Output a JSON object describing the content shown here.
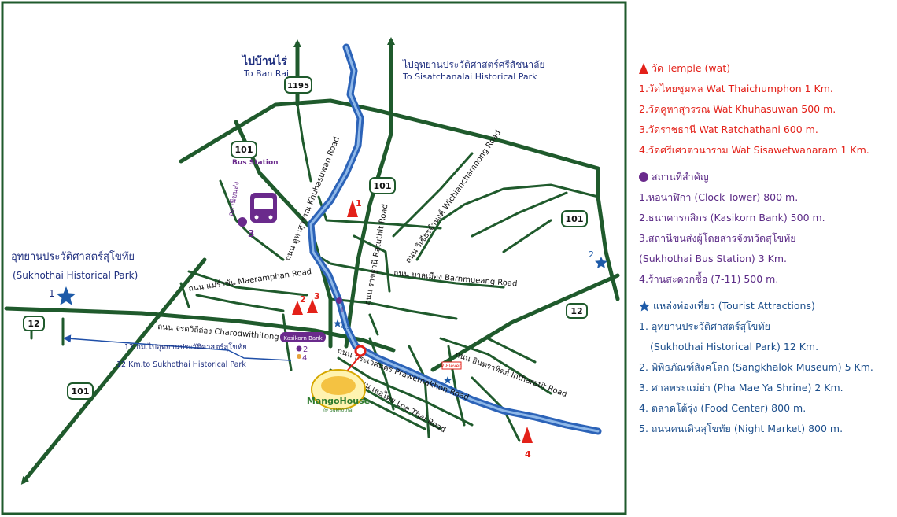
{
  "map": {
    "route_shields": {
      "north": "1195",
      "r101_a": "101",
      "r101_b": "101",
      "r101_c": "101",
      "r101_d": "101",
      "r12_w": "12",
      "r12_e": "12"
    },
    "bus_station_label": "Bus Station",
    "bus_station_side_label": "สถานีขนส่ง",
    "bus_marker_number": "3",
    "to_ban_rai_th": "ไปบ้านไร่",
    "to_ban_rai_en": "To Ban Rai",
    "to_si_satchanalai_th": "ไปอุทยานประวัติศาสตร์ศรีสัชนาลัย",
    "to_si_satchanalai_en": "To Sisatchanalai Historical Park",
    "historical_park_th": "อุทยานประวัติศาสตร์สุโขทัย",
    "historical_park_en": "(Sukhothai Historical Park)",
    "historical_park_number": "1",
    "direction_th": "12 กม.ไปอุทยานประวัติศาสตร์สุโขทัย",
    "direction_en": "12 Km.to Sukhothai Historical Park",
    "roads": {
      "khuhasuwan": "ถนน คูหาสุวรรณ Khuhasuwan Road",
      "ratuthit": "ถนน ราชฐานี Ratuthit Road",
      "wichianchamnong": "ถนน วิเชียรจำนงค์ Wichianchamnong Road",
      "maeramphan": "ถนน แม่ร่ำพัน Maeramphan Road",
      "barnmueang": "ถนน บาลเมือง Barnmueang Road",
      "charodwithitong": "ถนน จรดวิถีถ่อง Charodwithitong Road",
      "prawetnakhon": "ถนน ประเวศนคร Prawetnakhon Road",
      "intharatit": "ถนน อินทราทิตย์ Intharatit Road",
      "loethai": "ถนน เลอไทย Loe Thai Road"
    },
    "kasikorn_badge": "Kasikorn Bank",
    "hotel_logo": "MangoHouse",
    "hotel_logo_sub": "@ Sukhothai",
    "seven_eleven_label": "7-Eleven",
    "temple_numbers": [
      "1",
      "2",
      "3",
      "4"
    ],
    "place_numbers": {
      "clock": "1",
      "bank": "2",
      "attr_4": "4",
      "attr_45": "4,5",
      "attr_2": "2",
      "attr_3": "3"
    }
  },
  "legend": {
    "temples_heading": "วัด Temple (wat)",
    "temples": [
      "1.วัดไทยชุมพล Wat Thaichumphon 1 Km.",
      "2.วัดคูหาสุวรรณ Wat Khuhasuwan 500 m.",
      "3.วัดราชธานี Wat Ratchathani 600 m.",
      "4.วัดศรีเศวตวนาราม Wat Sisawetwanaram 1 Km."
    ],
    "places_heading": "สถานที่สำคัญ",
    "places": [
      "1.หอนาฬิกา (Clock Tower) 800 m.",
      "2.ธนาคารกสิกร (Kasikorn Bank) 500 m.",
      "3.สถานีขนส่งผู้โดยสารจังหวัดสุโขทัย",
      "(Sukhothai Bus Station)  3 Km.",
      "4.ร้านสะดวกซื้อ (7-11) 500 m."
    ],
    "attractions_heading": "แหล่งท่องเที่ยว (Tourist Attractions)",
    "attractions": [
      "1. อุทยานประวัติศาสตร์สุโขทัย",
      "(Sukhothai Historical Park) 12 Km.",
      "2. พิพิธภัณฑ์สังคโลก (Sangkhalok Museum) 5 Km.",
      "3. ศาลพระแม่ย่า (Pha Mae Ya Shrine) 2 Km.",
      "4. ตลาดโต้รุ่ง (Food Center) 800 m.",
      "5. ถนนคนเดินสุโขทัย (Night Market) 800 m."
    ]
  },
  "colors": {
    "frame": "#1f5a2c",
    "road": "#1f5a2c",
    "river": "#2c63b8",
    "river_light": "#8fb8e8",
    "temple": "#e32119",
    "place": "#6a2a8c",
    "attraction": "#1d5aa8",
    "navy_text": "#1f2f7f",
    "legend_red": "#e32119",
    "legend_purple": "#5b2a86",
    "legend_blue": "#1d4f8c"
  },
  "icons": {
    "temple": "temple-icon",
    "place": "place-dot-icon",
    "attraction": "star-icon",
    "bus": "bus-icon",
    "hotel": "hotel-pin-icon"
  }
}
